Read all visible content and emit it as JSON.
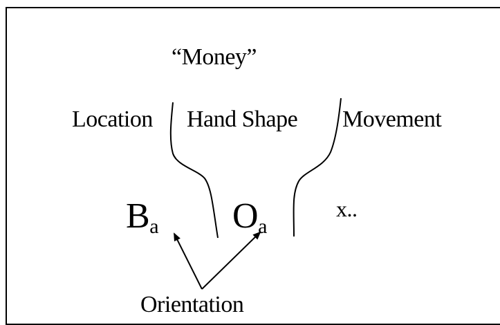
{
  "title": "“Money”",
  "labels": {
    "location": "Location",
    "hand_shape": "Hand Shape",
    "movement": "Movement",
    "orientation": "Orientation"
  },
  "symbols": {
    "b": {
      "base": "B",
      "sub": "a"
    },
    "o": {
      "base": "O",
      "sub": "a"
    },
    "x": "x.."
  }
}
